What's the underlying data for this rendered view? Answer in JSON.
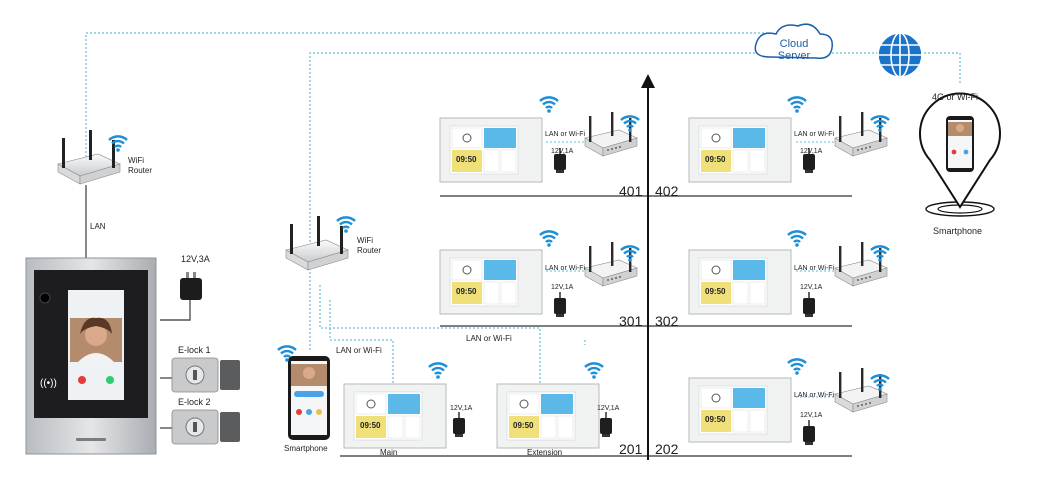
{
  "cloud": {
    "line1": "Cloud",
    "line2": "Server"
  },
  "labels": {
    "wifi_router": "WiFi",
    "router": "Router",
    "lan": "LAN",
    "power_main": "12V,3A",
    "elock1": "E-lock 1",
    "elock2": "E-lock 2",
    "smartphone": "Smartphone",
    "lan_or_wifi": "LAN or Wi-Fi",
    "lan_or_wifi_short": "LAN or Wi-Fi",
    "main": "Main",
    "extension": "Extension",
    "network_4g": "4G or Wi-Fi",
    "smartphone_right": "Smartphone",
    "monitor_power": "12V,1A",
    "monitor_time": "09:50"
  },
  "apartments": {
    "a401": "401",
    "a402": "402",
    "a301": "301",
    "a302": "302",
    "a201": "201",
    "a202": "202"
  },
  "colors": {
    "dotted_line": "#5fc2d6",
    "wifi": "#1d8fd8",
    "cloud": "#1b5fa8",
    "panel_frame": "#9a9a9a",
    "monitor_tile_blue": "#5ab9e8",
    "monitor_tile_yellow": "#efe07a"
  }
}
